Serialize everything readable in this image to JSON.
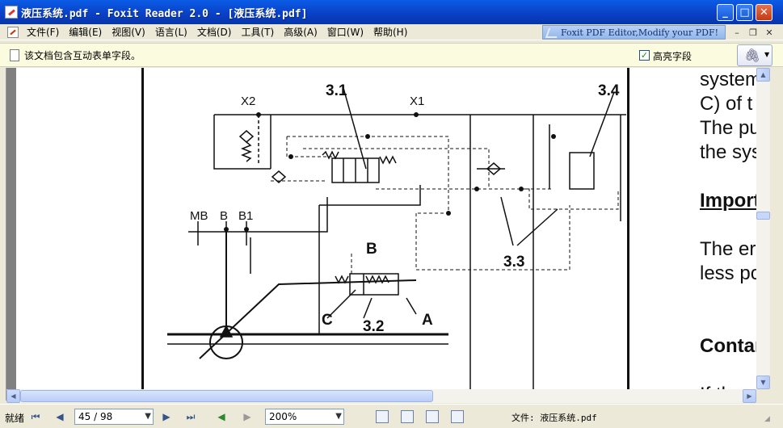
{
  "window": {
    "title": "液压系统.pdf - Foxit Reader 2.0 - [液压系统.pdf]"
  },
  "menu": [
    "文件(F)",
    "编辑(E)",
    "视图(V)",
    "语言(L)",
    "文档(D)",
    "工具(T)",
    "高级(A)",
    "窗口(W)",
    "帮助(H)"
  ],
  "promo": "Foxit PDF Editor,Modify your PDF!",
  "notice": {
    "text": "该文档包含互动表单字段。",
    "highlight_label": "高亮字段",
    "highlight_checked": true
  },
  "diagram_labels": {
    "l31": "3.1",
    "l34": "3.4",
    "x2": "X2",
    "x1": "X1",
    "mb": "MB",
    "b": "B",
    "b1": "B1",
    "bLarge": "B",
    "l33": "3.3",
    "c": "C",
    "l32": "3.2",
    "a": "A"
  },
  "page_text": [
    "system",
    "C) of t",
    "The pu",
    "the sys",
    "",
    "Import",
    "",
    "The er",
    "less po",
    "",
    "",
    "Contar",
    "",
    "If th"
  ],
  "status": {
    "ready": "就绪",
    "page": "45 / 98",
    "zoom": "200%",
    "file_label": "文件: 液压系统.pdf"
  },
  "colors": {
    "titlebar": "#0a3fc4",
    "chrome": "#ece9d8",
    "notice_bg": "#fbfbe0"
  }
}
